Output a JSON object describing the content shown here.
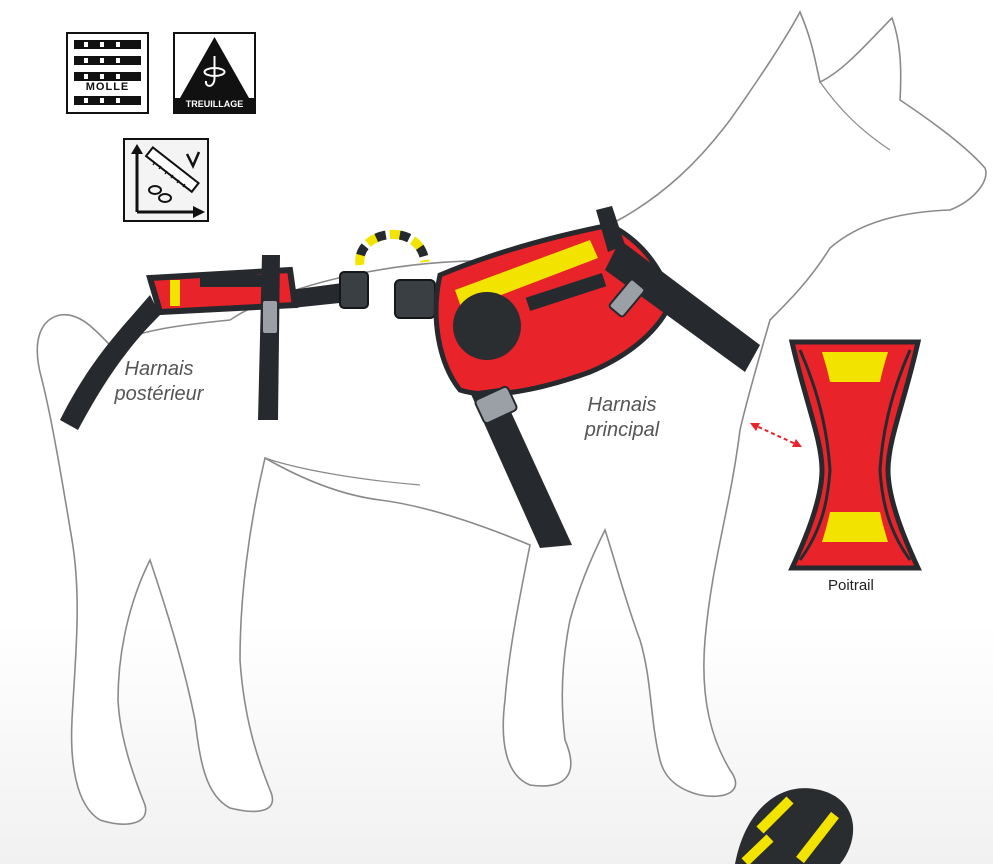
{
  "badges": {
    "molle": {
      "text": "MOLLE",
      "icon": "molle-webbing-icon"
    },
    "treuillage": {
      "text": "TREUILLAGE",
      "icon": "winch-hook-icon"
    },
    "adjust": {
      "icon": "adjustable-measure-icon"
    }
  },
  "labels": {
    "rear_harness_line1": "Harnais",
    "rear_harness_line2": "postérieur",
    "main_harness_line1": "Harnais",
    "main_harness_line2": "principal",
    "chest_plate": "Poitrail"
  },
  "colors": {
    "harness_red": "#e8232a",
    "reflective_yellow": "#f3e400",
    "strap_black": "#262a2e",
    "outline_gray": "#8a8a8a"
  }
}
